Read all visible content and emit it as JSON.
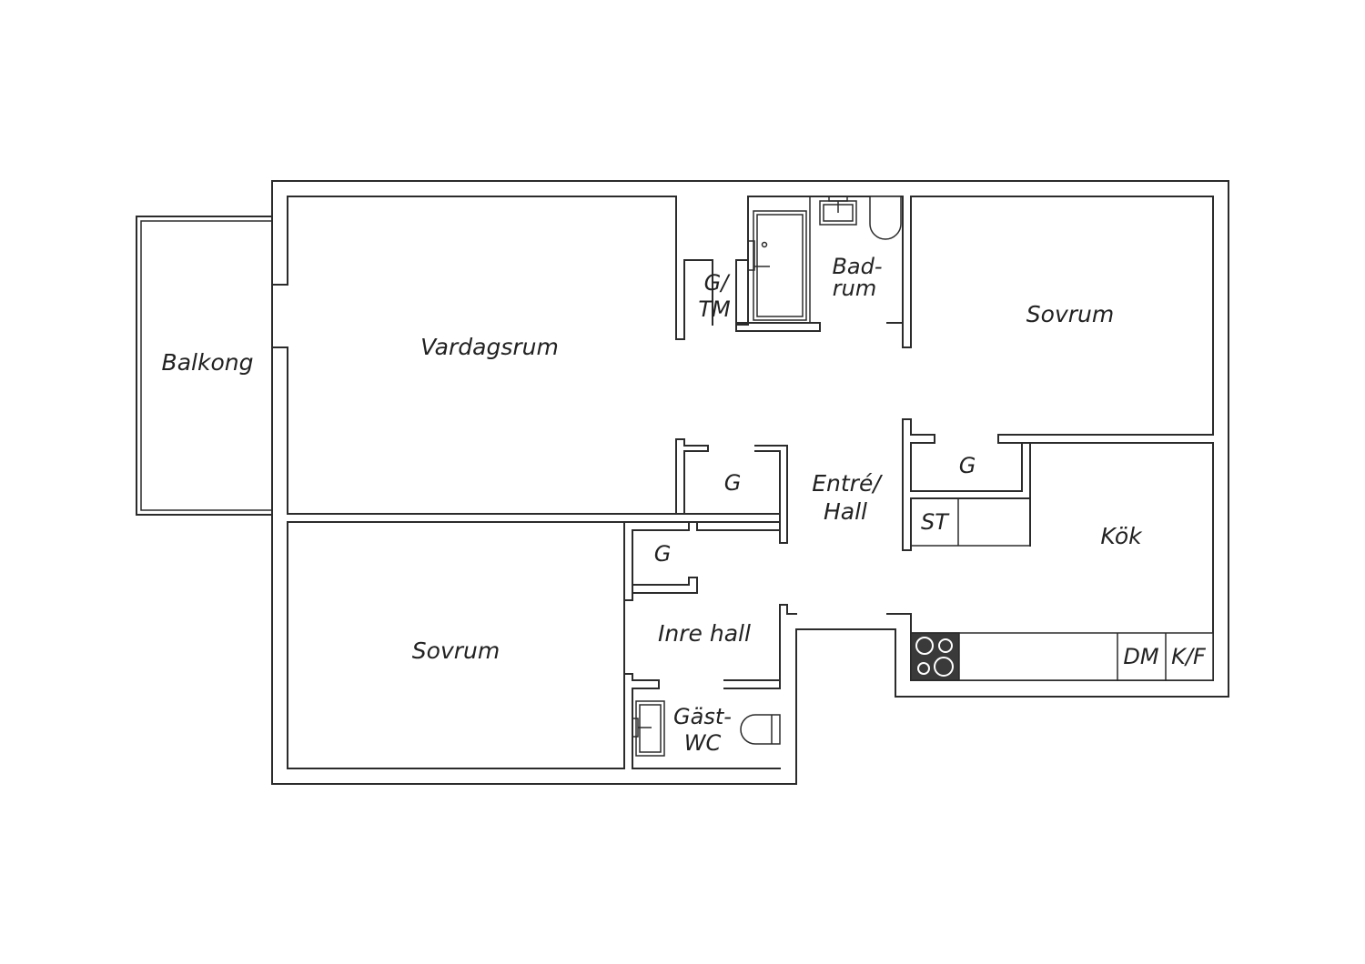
{
  "rooms": {
    "balcony": "Balkong",
    "living_room": "Vardagsrum",
    "closet_tm": [
      "G/",
      "TM"
    ],
    "bathroom": [
      "Bad-",
      "rum"
    ],
    "bedroom_right": "Sovrum",
    "closet_mid": "G",
    "entrance": [
      "Entré/",
      "Hall"
    ],
    "closet_right": "G",
    "storage": "ST",
    "kitchen": "Kök",
    "closet_lower": "G",
    "bedroom_left": "Sovrum",
    "inner_hall": "Inre hall",
    "guest_wc": [
      "Gäst-",
      "WC"
    ],
    "dishwasher": "DM",
    "fridge_freezer": "K/F"
  },
  "colors": {
    "wall": "#2b2b2b",
    "stove": "#3a3a3a",
    "background": "#ffffff"
  }
}
